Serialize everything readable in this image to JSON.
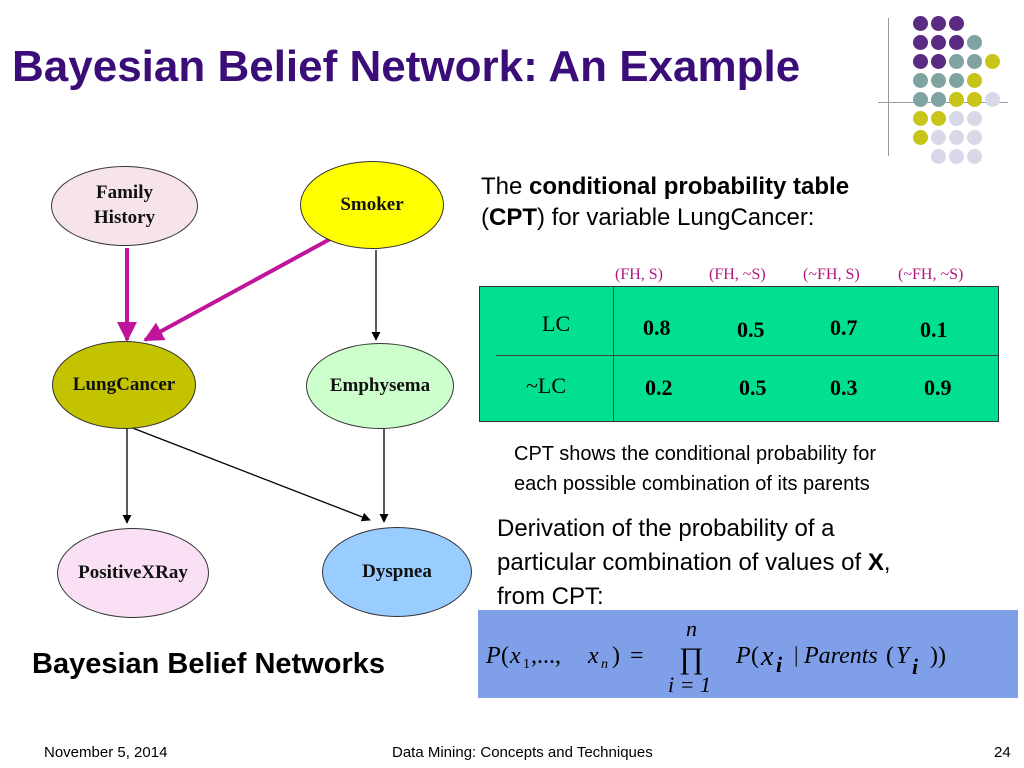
{
  "slide": {
    "title": "Bayesian Belief Network: An Example",
    "network_caption": "Bayesian Belief Networks",
    "footer": {
      "date": "November 5, 2014",
      "course": "Data Mining: Concepts and Techniques",
      "page": "24"
    }
  },
  "decoration": {
    "dot_colors": {
      "purple": "#5b2a82",
      "teal": "#7fa3a0",
      "olive": "#c7c51a",
      "lavender": "#d9d8e8"
    }
  },
  "network": {
    "nodes": {
      "family_history": {
        "line1": "Family",
        "line2": "History",
        "color": "#f7e4ea"
      },
      "smoker": {
        "label": "Smoker",
        "color": "#ffff00"
      },
      "lung_cancer": {
        "label": "LungCancer",
        "color": "#c3c300"
      },
      "emphysema": {
        "label": "Emphysema",
        "color": "#ccffcc"
      },
      "positive_xray": {
        "label": "PositiveXRay",
        "color": "#f9e0f4"
      },
      "dyspnea": {
        "label": "Dyspnea",
        "color": "#99ccff"
      }
    },
    "edges": [
      {
        "from": "Family History",
        "to": "LungCancer",
        "color": "#c0149a"
      },
      {
        "from": "Smoker",
        "to": "LungCancer",
        "color": "#c0149a"
      },
      {
        "from": "Smoker",
        "to": "Emphysema",
        "color": "#000000"
      },
      {
        "from": "LungCancer",
        "to": "PositiveXRay",
        "color": "#000000"
      },
      {
        "from": "LungCancer",
        "to": "Dyspnea",
        "color": "#000000"
      },
      {
        "from": "Emphysema",
        "to": "Dyspnea",
        "color": "#000000"
      }
    ]
  },
  "cpt": {
    "intro_prefix": "The ",
    "intro_bold": "conditional probability table",
    "intro_line2_open": "(",
    "intro_line2_bold": "CPT",
    "intro_line2_rest": ") for variable LungCancer:",
    "columns": [
      "(FH, S)",
      "(FH, ~S)",
      "(~FH, S)",
      "(~FH, ~S)"
    ],
    "rows": [
      {
        "label": "LC",
        "values": [
          "0.8",
          "0.5",
          "0.7",
          "0.1"
        ]
      },
      {
        "label": "~LC",
        "values": [
          "0.2",
          "0.5",
          "0.3",
          "0.9"
        ]
      }
    ],
    "table_color": "#00e090",
    "header_color": "#b0157c",
    "note_line1": "CPT shows the conditional probability for",
    "note_line2": "each possible combination of its parents"
  },
  "derivation": {
    "line1": "Derivation of the probability of a",
    "line2_text": "particular combination of values of ",
    "line2_bold": "X",
    "line2_end": ",",
    "line3": "from CPT:",
    "formula": {
      "lhs_P": "P",
      "x": "x",
      "sub1": "1",
      "dots": ",..., ",
      "subn": "n",
      "eq": "=",
      "upper": "n",
      "prod": "∏",
      "lower": "i = 1",
      "rhs_P": "P",
      "xi": "x",
      "sub_i": "i",
      "bar": "|",
      "parents": "Parents",
      "Y": "Y",
      "sub_i2": "i",
      "lparen": "(",
      "rparen": ")",
      "close": "))",
      "box_color": "#7f9fe8"
    }
  }
}
